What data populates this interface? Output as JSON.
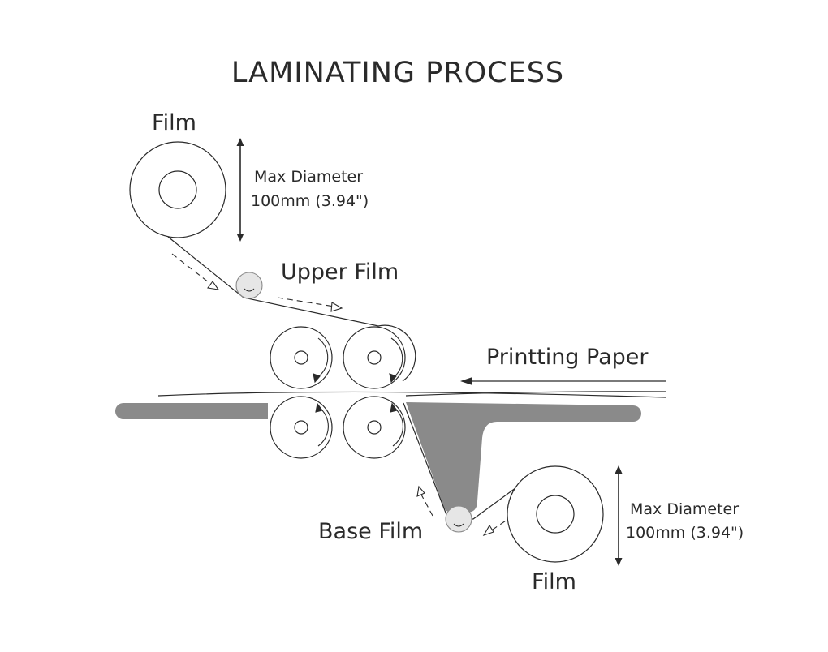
{
  "title": "LAMINATING PROCESS",
  "labels": {
    "film_top": "Film",
    "max_diameter_top_line1": "Max Diameter",
    "max_diameter_top_line2": "100mm (3.94\")",
    "upper_film": "Upper Film",
    "printing_paper": "Printting Paper",
    "base_film": "Base Film",
    "max_diameter_bottom_line1": "Max Diameter",
    "max_diameter_bottom_line2": "100mm (3.94\")",
    "film_bottom": "Film"
  },
  "colors": {
    "line": "#2a2a2a",
    "gray_plate": "#8a8a8a",
    "idler_fill": "#e6e6e6",
    "title_rule": "#bdbdbd"
  }
}
